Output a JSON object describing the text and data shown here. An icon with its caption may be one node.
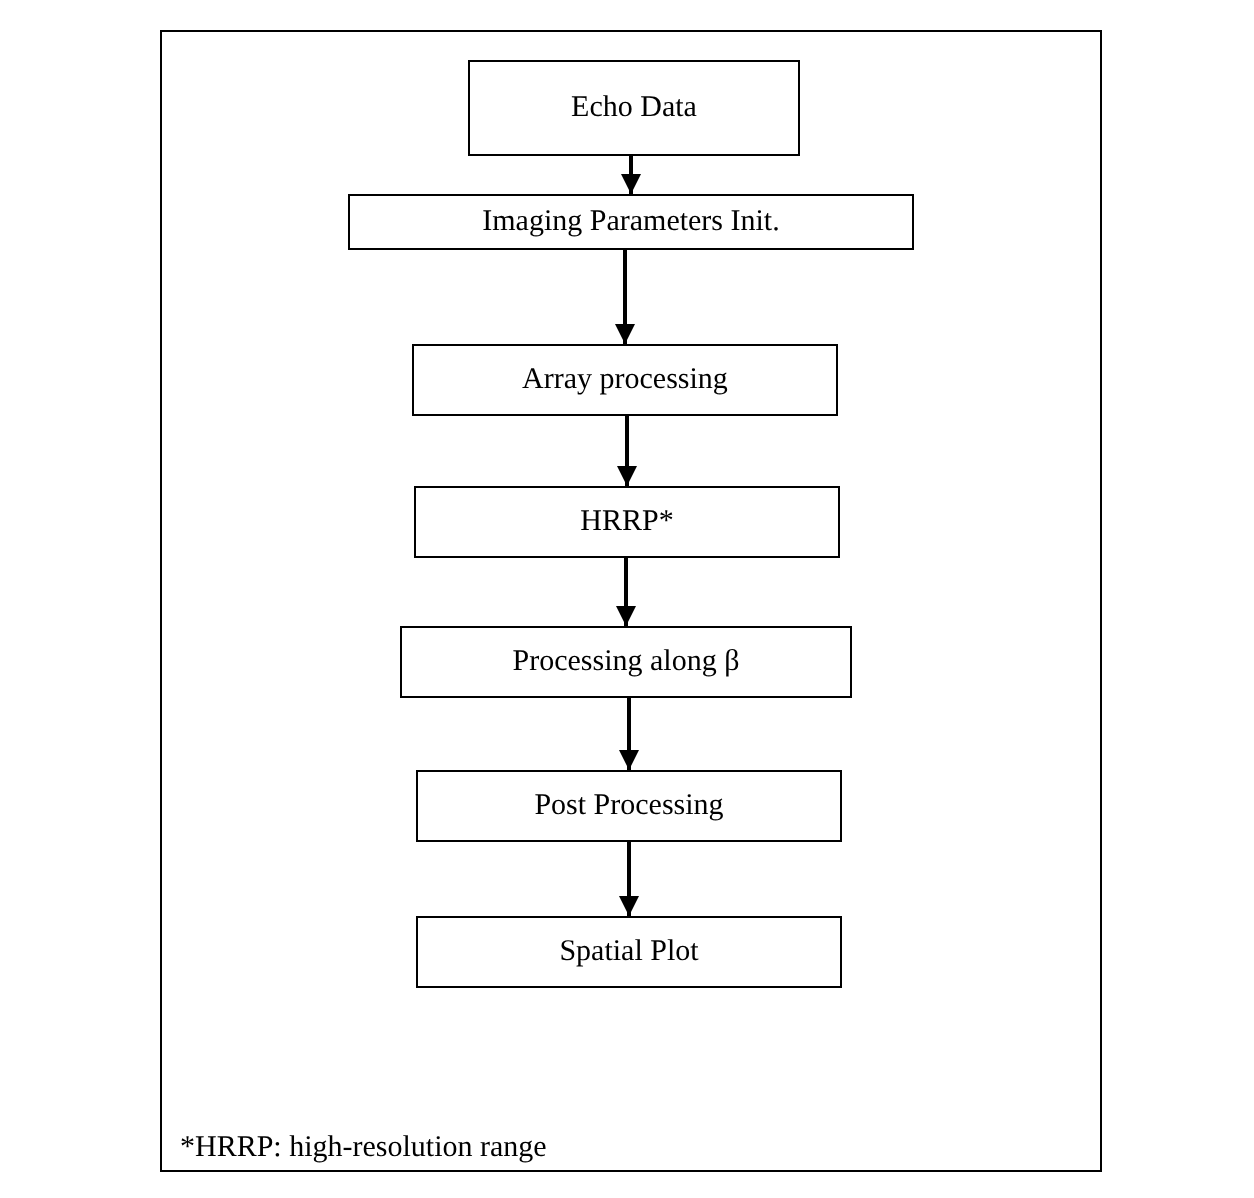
{
  "diagram": {
    "nodes": [
      {
        "text": [
          "Echo Data"
        ]
      },
      {
        "text": [
          "Imaging Parameters Init."
        ]
      },
      {
        "text": [
          "Array processing"
        ]
      },
      {
        "text": [
          "HRRP*"
        ]
      },
      {
        "text": [
          "Processing along β"
        ]
      },
      {
        "text": [
          "Post Processing"
        ]
      },
      {
        "text": [
          "Spatial Plot"
        ]
      }
    ],
    "edges": [
      {
        "from": 0,
        "to": 1,
        "arrow": "to"
      },
      {
        "from": 1,
        "to": 2,
        "arrow": "to"
      },
      {
        "from": 2,
        "to": 3,
        "arrow": "to"
      },
      {
        "from": 3,
        "to": 4,
        "arrow": "to"
      },
      {
        "from": 4,
        "to": 5,
        "arrow": "to"
      },
      {
        "from": 5,
        "to": 6,
        "arrow": "to"
      }
    ],
    "labels": [
      "*HRRP: high-resolution range"
    ]
  }
}
